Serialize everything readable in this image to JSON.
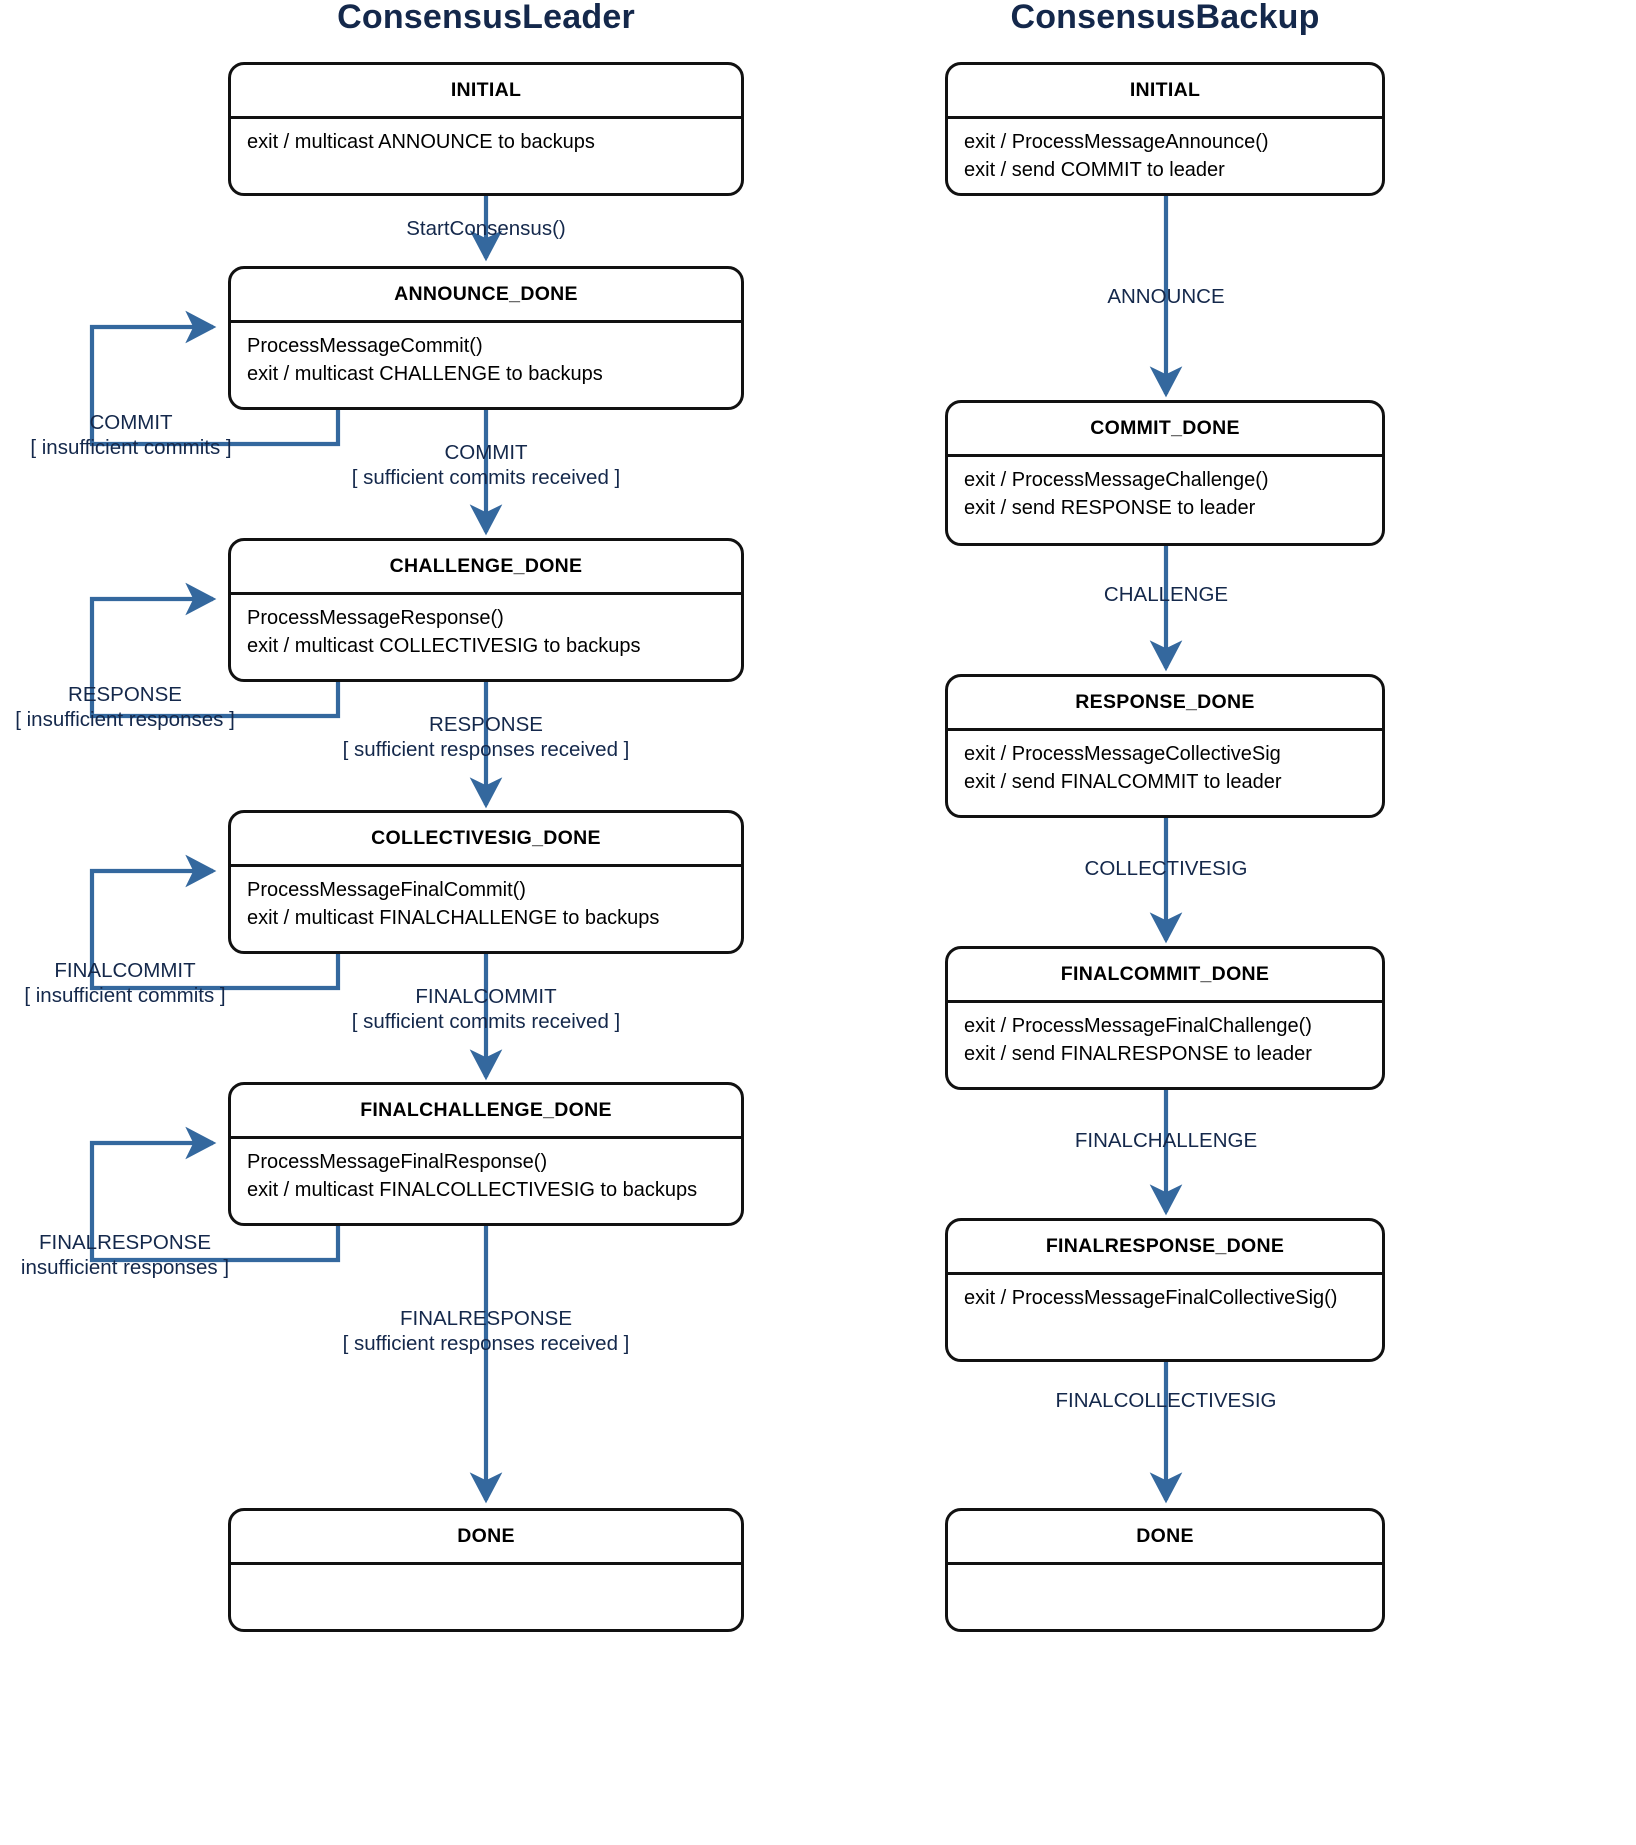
{
  "diagram": {
    "type": "uml-state-machine",
    "columns": [
      {
        "id": "leader",
        "title": "ConsensusLeader",
        "states": [
          {
            "id": "leader-initial",
            "name": "INITIAL",
            "actions": [
              "exit / multicast ANNOUNCE to backups"
            ]
          },
          {
            "id": "leader-announce-done",
            "name": "ANNOUNCE_DONE",
            "actions": [
              "ProcessMessageCommit()",
              "exit / multicast CHALLENGE to backups"
            ]
          },
          {
            "id": "leader-challenge-done",
            "name": "CHALLENGE_DONE",
            "actions": [
              "ProcessMessageResponse()",
              "exit / multicast COLLECTIVESIG to backups"
            ]
          },
          {
            "id": "leader-collectivesig-done",
            "name": "COLLECTIVESIG_DONE",
            "actions": [
              "ProcessMessageFinalCommit()",
              "exit / multicast FINALCHALLENGE to backups"
            ]
          },
          {
            "id": "leader-finalchallenge-done",
            "name": "FINALCHALLENGE_DONE",
            "actions": [
              "ProcessMessageFinalResponse()",
              "exit / multicast FINALCOLLECTIVESIG to backups"
            ]
          },
          {
            "id": "leader-done",
            "name": "DONE",
            "actions": []
          }
        ],
        "transitions": [
          {
            "id": "t-leader-1",
            "from": "INITIAL",
            "to": "ANNOUNCE_DONE",
            "lines": [
              "StartConsensus()"
            ]
          },
          {
            "id": "t-leader-2",
            "from": "ANNOUNCE_DONE",
            "to": "CHALLENGE_DONE",
            "lines": [
              "COMMIT",
              "[ sufficient commits received ]"
            ]
          },
          {
            "id": "t-leader-3",
            "from": "CHALLENGE_DONE",
            "to": "COLLECTIVESIG_DONE",
            "lines": [
              "RESPONSE",
              "[ sufficient responses received ]"
            ]
          },
          {
            "id": "t-leader-4",
            "from": "COLLECTIVESIG_DONE",
            "to": "FINALCHALLENGE_DONE",
            "lines": [
              "FINALCOMMIT",
              "[ sufficient commits received ]"
            ]
          },
          {
            "id": "t-leader-5",
            "from": "FINALCHALLENGE_DONE",
            "to": "DONE",
            "lines": [
              "FINALRESPONSE",
              "[ sufficient responses received ]"
            ]
          }
        ],
        "self_loops": [
          {
            "id": "sl-leader-1",
            "on": "ANNOUNCE_DONE",
            "lines": [
              "COMMIT",
              "[ insufficient commits ]"
            ]
          },
          {
            "id": "sl-leader-2",
            "on": "CHALLENGE_DONE",
            "lines": [
              "RESPONSE",
              "[ insufficient responses ]"
            ]
          },
          {
            "id": "sl-leader-3",
            "on": "COLLECTIVESIG_DONE",
            "lines": [
              "FINALCOMMIT",
              "[ insufficient commits ]"
            ]
          },
          {
            "id": "sl-leader-4",
            "on": "FINALCHALLENGE_DONE",
            "lines": [
              "FINALRESPONSE",
              "insufficient responses ]"
            ]
          }
        ]
      },
      {
        "id": "backup",
        "title": "ConsensusBackup",
        "states": [
          {
            "id": "backup-initial",
            "name": "INITIAL",
            "actions": [
              "exit / ProcessMessageAnnounce()",
              "exit / send COMMIT to leader"
            ]
          },
          {
            "id": "backup-commit-done",
            "name": "COMMIT_DONE",
            "actions": [
              "exit / ProcessMessageChallenge()",
              "exit / send RESPONSE to leader"
            ]
          },
          {
            "id": "backup-response-done",
            "name": "RESPONSE_DONE",
            "actions": [
              "exit / ProcessMessageCollectiveSig",
              "exit / send FINALCOMMIT to leader"
            ]
          },
          {
            "id": "backup-finalcommit-done",
            "name": "FINALCOMMIT_DONE",
            "actions": [
              "exit / ProcessMessageFinalChallenge()",
              "exit / send FINALRESPONSE to leader"
            ]
          },
          {
            "id": "backup-finalresponse-done",
            "name": "FINALRESPONSE_DONE",
            "actions": [
              "exit / ProcessMessageFinalCollectiveSig()"
            ]
          },
          {
            "id": "backup-done",
            "name": "DONE",
            "actions": []
          }
        ],
        "transitions": [
          {
            "id": "t-backup-1",
            "from": "INITIAL",
            "to": "COMMIT_DONE",
            "lines": [
              "ANNOUNCE"
            ]
          },
          {
            "id": "t-backup-2",
            "from": "COMMIT_DONE",
            "to": "RESPONSE_DONE",
            "lines": [
              "CHALLENGE"
            ]
          },
          {
            "id": "t-backup-3",
            "from": "RESPONSE_DONE",
            "to": "FINALCOMMIT_DONE",
            "lines": [
              "COLLECTIVESIG"
            ]
          },
          {
            "id": "t-backup-4",
            "from": "FINALCOMMIT_DONE",
            "to": "FINALRESPONSE_DONE",
            "lines": [
              "FINALCHALLENGE"
            ]
          },
          {
            "id": "t-backup-5",
            "from": "FINALRESPONSE_DONE",
            "to": "DONE",
            "lines": [
              "FINALCOLLECTIVESIG"
            ]
          }
        ],
        "self_loops": []
      }
    ],
    "colors": {
      "title": "#14284b",
      "state_border": "#111111",
      "state_fill": "#ffffff",
      "edge": "#34689e",
      "edge_label": "#14284b",
      "state_text": "#000000"
    }
  }
}
